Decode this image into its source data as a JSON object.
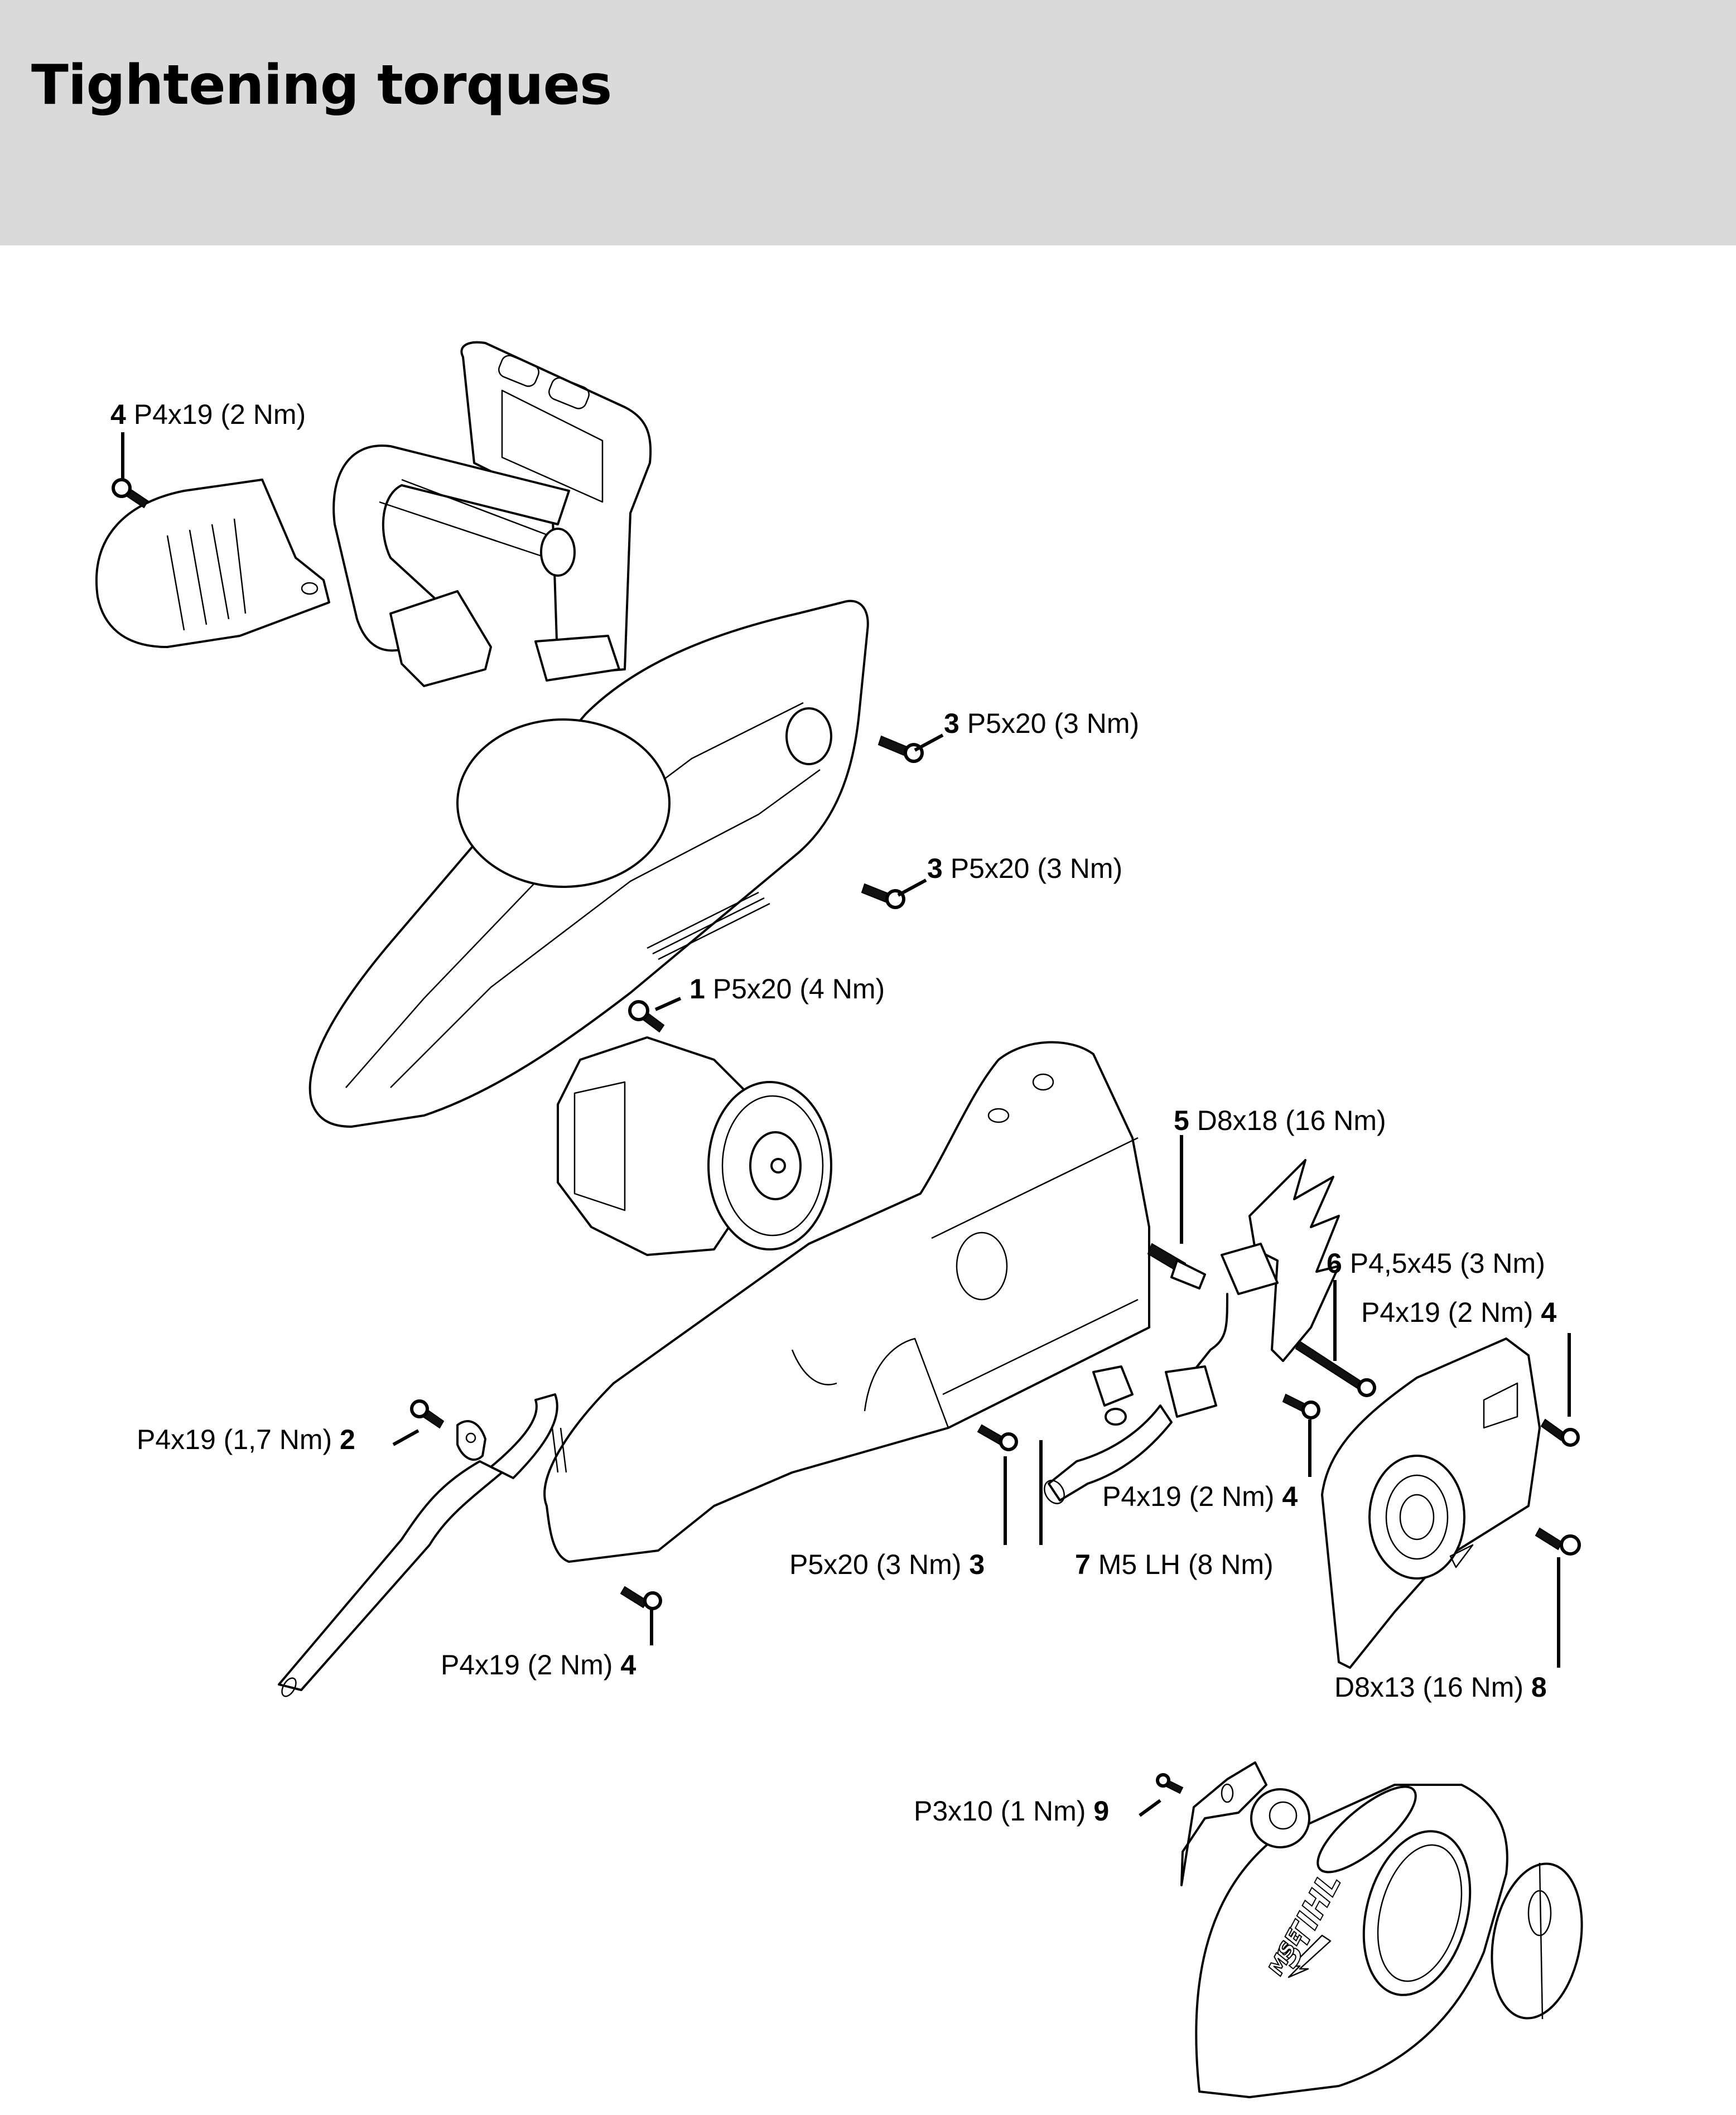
{
  "header": {
    "title": "Tightening torques",
    "background_color": "#d9dad9"
  },
  "diagram": {
    "subject": "exploded view of electric chainsaw",
    "brand_marking": "STIHL",
    "model_marking": "MSE",
    "callouts": [
      {
        "id": "c1",
        "number": "4",
        "spec": "P4x19 (2 Nm)",
        "number_position": "before"
      },
      {
        "id": "c2",
        "number": "3",
        "spec": "P5x20 (3 Nm)",
        "number_position": "before"
      },
      {
        "id": "c3",
        "number": "3",
        "spec": "P5x20 (3 Nm)",
        "number_position": "before"
      },
      {
        "id": "c4",
        "number": "1",
        "spec": "P5x20 (4 Nm)",
        "number_position": "before"
      },
      {
        "id": "c5",
        "number": "5",
        "spec": "D8x18 (16 Nm)",
        "number_position": "before"
      },
      {
        "id": "c6",
        "number": "6",
        "spec": "P4,5x45 (3 Nm)",
        "number_position": "before"
      },
      {
        "id": "c7",
        "number": "4",
        "spec": "P4x19 (2 Nm)",
        "number_position": "after"
      },
      {
        "id": "c8",
        "number": "2",
        "spec": "P4x19 (1,7 Nm)",
        "number_position": "after"
      },
      {
        "id": "c9",
        "number": "4",
        "spec": "P4x19 (2 Nm)",
        "number_position": "after"
      },
      {
        "id": "c10",
        "number": "3",
        "spec": "P5x20 (3 Nm)",
        "number_position": "after"
      },
      {
        "id": "c11",
        "number": "7",
        "spec": "M5 LH (8 Nm)",
        "number_position": "before"
      },
      {
        "id": "c12",
        "number": "8",
        "spec": "D8x13 (16 Nm)",
        "number_position": "after"
      },
      {
        "id": "c13",
        "number": "4",
        "spec": "P4x19 (2 Nm)",
        "number_position": "after"
      },
      {
        "id": "c14",
        "number": "9",
        "spec": "P3x10 (1 Nm)",
        "number_position": "after"
      }
    ]
  }
}
